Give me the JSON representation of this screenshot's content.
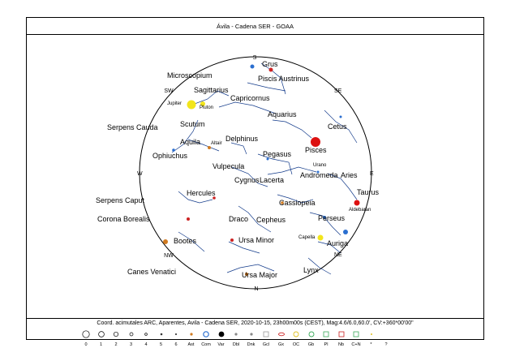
{
  "title": "Ávila - Cadena SER - GOAA",
  "caption": "Coord. acimutales ARC, Aparentes, Avila - Cadena SER, 2020-10-15, 23h00m00s (CEST), Mag:4.6/6.0,60.0', CV:+360*00'00\"",
  "cardinal_points": [
    "S",
    "SE",
    "E",
    "NE",
    "N",
    "NW",
    "W",
    "SW"
  ],
  "constellations": [
    "Grus",
    "Piscis Austrinus",
    "Microscopium",
    "Sagittarius",
    "Capricornus",
    "Aquarius",
    "Serpens Cauda",
    "Scutum",
    "Cetus",
    "Aquila",
    "Delphinus",
    "Pisces",
    "Ophiuchus",
    "Pegasus",
    "Vulpecula",
    "Andromeda",
    "Aries",
    "Cygnus",
    "Lacerta",
    "Taurus",
    "Serpens Caput",
    "Hercules",
    "Cassiopeia",
    "Corona Borealis",
    "Draco",
    "Cepheus",
    "Perseus",
    "Bootes",
    "Ursa Minor",
    "Auriga",
    "Canes Venatici",
    "Ursa Major",
    "Lynx"
  ],
  "objects": [
    "Jupiter",
    "Pluton",
    "Altair",
    "Urano",
    "Aldebaran",
    "Capella"
  ],
  "legend": [
    "0",
    "1",
    "2",
    "3",
    "4",
    "5",
    "6",
    "Ast",
    "Com",
    "Var",
    "Dbl",
    "Dnk",
    "Gcl",
    "Gx",
    "OC",
    "Gb",
    "Pl",
    "Nb",
    "C+N",
    "*",
    "?"
  ]
}
